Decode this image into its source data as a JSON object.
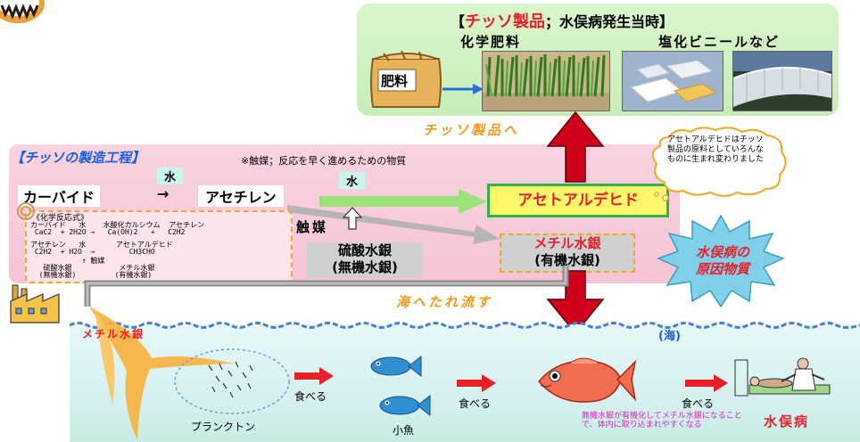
{
  "products": {
    "title_prefix": "【",
    "title_main": "チッソ製品",
    "title_suffix": "；水俣病発生当時】",
    "fertilizer_label": "化学肥料",
    "vinyl_label": "塩化ビニールなど",
    "bag_label": "肥料"
  },
  "to_products": "チッソ製品へ",
  "process": {
    "title": "【チッソの製造工程】",
    "catalyst_note": "※触媒；反応を早く進めるための物質",
    "water1": "水",
    "water2": "水",
    "carbide": "カーバイド",
    "arrow": "→",
    "acetylene": "アセチレン",
    "catalyst": "触媒",
    "mercury_sulfate_line1": "硫酸水銀",
    "mercury_sulfate_line2": "(無機水銀)",
    "acetaldehyde": "アセトアルデヒド",
    "methylmercury_line1": "メチル水銀",
    "methylmercury_line2": "(有機水銀)"
  },
  "reaction": {
    "header": "《化学反応式》",
    "line1": "カーバイド   水    水酸化カルシウム  アセチレン",
    "line2": " CaC2  + 2H2O →   Ca(OH)2   +   C2H2",
    "line3": "アセチレン   水       アセトアルデヒド",
    "line4": " C2H2  + H2O  →        CH3CHO",
    "line5": "            ↑ 触媒",
    "line6": "   硫酸水銀           メチル水銀",
    "line7": "  (無機水銀)         (有機水銀)"
  },
  "bubble_note": "アセトアルデヒドはチッソ製品の原料としていろんなものに生まれ変わりました",
  "cause": {
    "line1": "水俣病の",
    "line2": "原因物質"
  },
  "discharge": "海へたれ流す",
  "sea": {
    "label": "(海)",
    "methylmercury": "メチル水銀",
    "plankton": "プランクトン",
    "eat1": "食べる",
    "eat2": "食べる",
    "eat3": "食べる",
    "small_fish": "小魚",
    "note": "無機水銀が有機化してメチル水銀になることで、体内に取り込まれやすくなる",
    "disease": "水俣病"
  },
  "colors": {
    "red_title": "#e8202a",
    "orange_title": "#f39a1e",
    "arrow_red": "#d0001a",
    "green_arrow": "#9be27a",
    "yellow_box": "#fff86a"
  }
}
